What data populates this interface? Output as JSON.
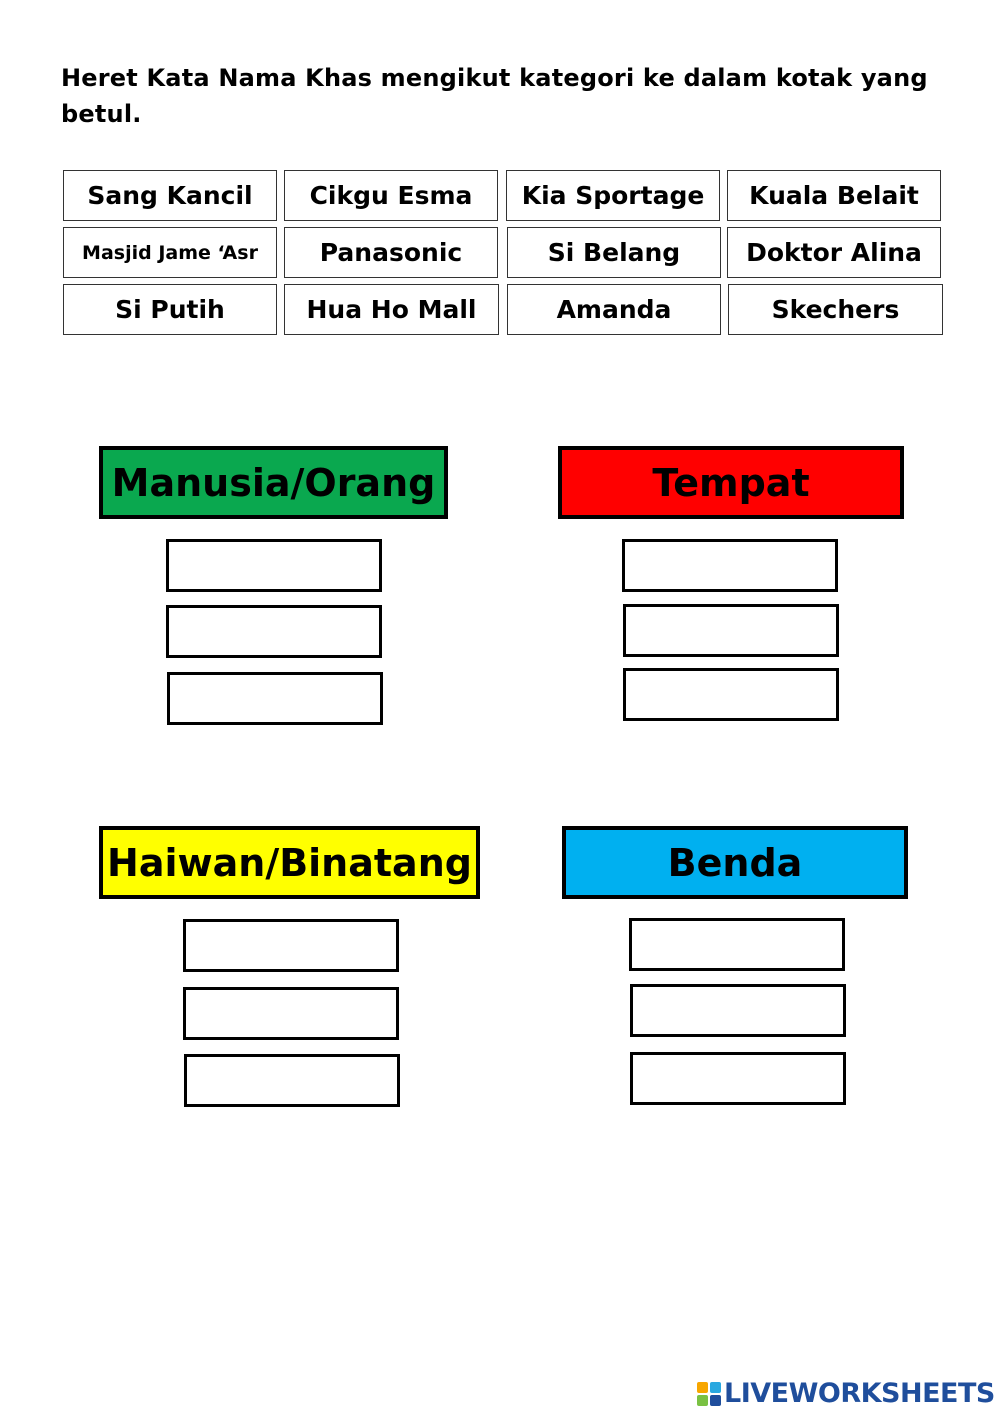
{
  "instruction": "Heret Kata Nama Khas mengikut kategori ke dalam kotak yang betul.",
  "words": [
    "Sang Kancil",
    "Cikgu Esma",
    "Kia Sportage",
    "Kuala Belait",
    "Masjid Jame ‘Asr",
    "Panasonic",
    "Si Belang",
    "Doktor Alina",
    "Si Putih",
    "Hua Ho Mall",
    "Amanda",
    "Skechers"
  ],
  "categories": [
    {
      "label": "Manusia/Orang",
      "color": "#0aa84f"
    },
    {
      "label": "Tempat",
      "color": "#ff0000"
    },
    {
      "label": "Haiwan/Binatang",
      "color": "#ffff00"
    },
    {
      "label": "Benda",
      "color": "#00b0f0"
    }
  ],
  "footer": {
    "logo_text": "LIVEWORKSHEETS"
  }
}
